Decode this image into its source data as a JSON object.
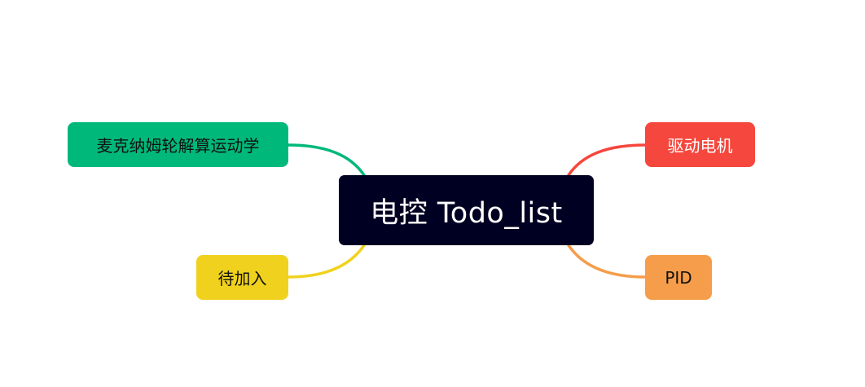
{
  "mindmap": {
    "root": {
      "label": "电控 Todo_list",
      "bg_color": "#000022",
      "text_color": "#ffffff"
    },
    "branches": [
      {
        "id": "mecanum",
        "label": "麦克纳姆轮解算运动学",
        "color": "#00b87a",
        "text_color": "#111111"
      },
      {
        "id": "pending",
        "label": "待加入",
        "color": "#f0d21e",
        "text_color": "#111111"
      },
      {
        "id": "motor",
        "label": "驱动电机",
        "color": "#f5473d",
        "text_color": "#ffffff"
      },
      {
        "id": "pid",
        "label": "PID",
        "color": "#f59d4a",
        "text_color": "#111111"
      }
    ]
  }
}
